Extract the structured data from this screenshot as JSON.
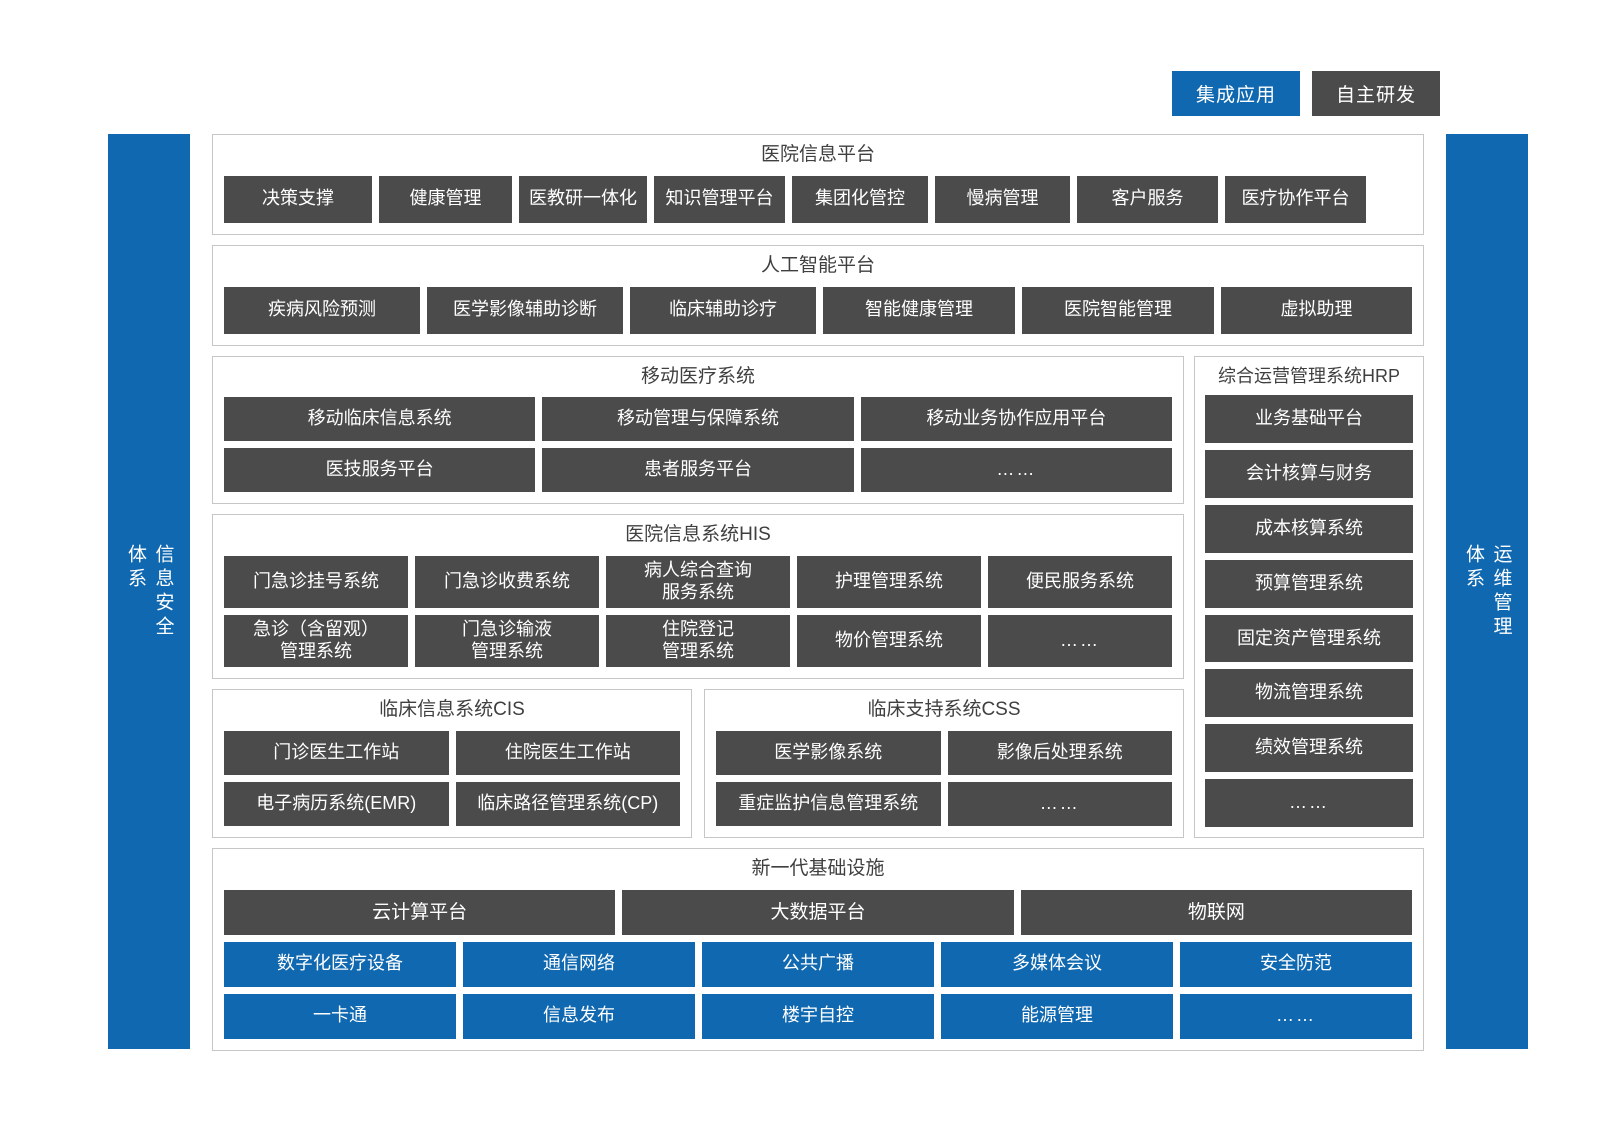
{
  "legend": {
    "integrated": "集成应用",
    "selfdeveloped": "自主研发"
  },
  "colors": {
    "blue": "#1068b0",
    "dark": "#4b4b4b",
    "panel_border": "#c6c6c6",
    "title_text": "#3f3f3f",
    "chip_text": "#ffffff"
  },
  "left_bar": {
    "label": "信息安全体系"
  },
  "right_bar": {
    "label": "运维管理体系"
  },
  "sections": {
    "hospital_platform": {
      "title": "医院信息平台",
      "items": [
        "决策支撑",
        "健康管理",
        "医教研一体化",
        "知识管理平台",
        "集团化管控",
        "慢病管理",
        "客户服务",
        "医疗协作平台"
      ]
    },
    "ai_platform": {
      "title": "人工智能平台",
      "items": [
        "疾病风险预测",
        "医学影像辅助诊断",
        "临床辅助诊疗",
        "智能健康管理",
        "医院智能管理",
        "虚拟助理"
      ]
    },
    "mobile_medical": {
      "title": "移动医疗系统",
      "row1": [
        "移动临床信息系统",
        "移动管理与保障系统",
        "移动业务协作应用平台"
      ],
      "row2": [
        "医技服务平台",
        "患者服务平台",
        "……"
      ]
    },
    "his": {
      "title": "医院信息系统HIS",
      "row1": [
        {
          "line1": "门急诊挂号系统",
          "line2": ""
        },
        {
          "line1": "门急诊收费系统",
          "line2": ""
        },
        {
          "line1": "病人综合查询",
          "line2": "服务系统"
        },
        {
          "line1": "护理管理系统",
          "line2": ""
        },
        {
          "line1": "便民服务系统",
          "line2": ""
        }
      ],
      "row2": [
        {
          "line1": "急诊（含留观）",
          "line2": "管理系统"
        },
        {
          "line1": "门急诊输液",
          "line2": "管理系统"
        },
        {
          "line1": "住院登记",
          "line2": "管理系统"
        },
        {
          "line1": "物价管理系统",
          "line2": ""
        },
        {
          "line1": "……",
          "line2": ""
        }
      ]
    },
    "cis": {
      "title": "临床信息系统CIS",
      "row1": [
        "门诊医生工作站",
        "住院医生工作站"
      ],
      "row2": [
        "电子病历系统(EMR)",
        "临床路径管理系统(CP)"
      ]
    },
    "css": {
      "title": "临床支持系统CSS",
      "row1": [
        "医学影像系统",
        "影像后处理系统"
      ],
      "row2": [
        "重症监护信息管理系统",
        "……"
      ]
    },
    "hrp": {
      "title": "综合运营管理系统HRP",
      "items": [
        "业务基础平台",
        "会计核算与财务",
        "成本核算系统",
        "预算管理系统",
        "固定资产管理系统",
        "物流管理系统",
        "绩效管理系统",
        "……"
      ]
    },
    "infrastructure": {
      "title": "新一代基础设施",
      "dark_row": [
        "云计算平台",
        "大数据平台",
        "物联网"
      ],
      "blue_row1": [
        "数字化医疗设备",
        "通信网络",
        "公共广播",
        "多媒体会议",
        "安全防范"
      ],
      "blue_row2": [
        "一卡通",
        "信息发布",
        "楼宇自控",
        "能源管理",
        "……"
      ]
    }
  }
}
